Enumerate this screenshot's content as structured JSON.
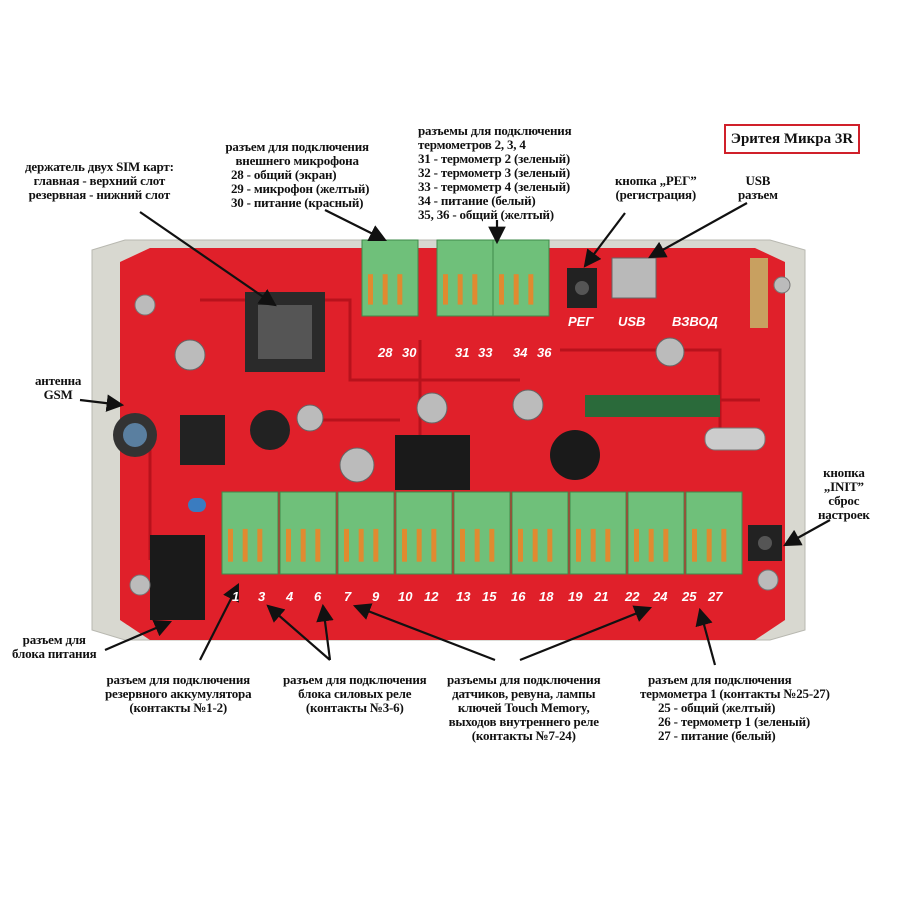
{
  "title": "Эритея Микра 3R",
  "labels": {
    "sim": [
      "держатель двух SIM карт:",
      "главная - верхний слот",
      "резервная - нижний слот"
    ],
    "mic": [
      "разъем для подключения",
      "внешнего микрофона",
      "28 - общий (экран)",
      "29 - микрофон (желтый)",
      "30 - питание (красный)"
    ],
    "thermo": [
      "разъемы для подключения",
      "термометров 2, 3, 4",
      "31 - термометр 2 (зеленый)",
      "32 - термометр 3 (зеленый)",
      "33 - термометр 4 (зеленый)",
      "34 - питание (белый)",
      "35, 36 - общий (желтый)"
    ],
    "reg": [
      "кнопка „РЕГ”",
      "(регистрация)"
    ],
    "usb": [
      "USB",
      "разъем"
    ],
    "antenna": [
      "антенна",
      "GSM"
    ],
    "init": [
      "кнопка",
      "„INIT”",
      "сброс",
      "настроек"
    ],
    "power": [
      "разъем для",
      "блока питания"
    ],
    "battery": [
      "разъем для подключения",
      "резервного аккумулятора",
      "(контакты №1-2)"
    ],
    "relay": [
      "разъем для подключения",
      "блока силовых реле",
      "(контакты №3-6)"
    ],
    "sensors": [
      "разъемы для подключения",
      "датчиков, ревуна, лампы",
      "ключей Touch Memory,",
      "выходов внутреннего реле",
      "(контакты №7-24)"
    ],
    "thermo1": [
      "разъем для подключения",
      "термометра 1 (контакты №25-27)",
      "25 - общий (желтый)",
      "26 - термометр 1 (зеленый)",
      "27 - питание (белый)"
    ]
  },
  "board": {
    "bottom_pins": [
      "1",
      "3",
      "4",
      "6",
      "7",
      "9",
      "10",
      "12",
      "13",
      "15",
      "16",
      "18",
      "19",
      "21",
      "22",
      "24",
      "25",
      "27"
    ],
    "top_pins": [
      "28",
      "30",
      "31",
      "33",
      "34",
      "36"
    ],
    "marks": [
      "РЕГ",
      "USB",
      "ВЗВОД"
    ]
  },
  "colors": {
    "pcb": "#e0202a",
    "housing": "#d8d8d0",
    "terminal": "#6fc07a",
    "frame": "#d0202a"
  }
}
